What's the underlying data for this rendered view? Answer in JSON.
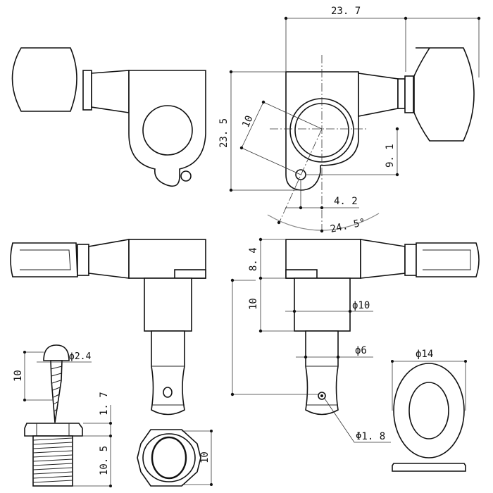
{
  "title": "Tuning machine dimension drawing",
  "dimensions": {
    "overall_width": "23. 7",
    "overall_height": "23. 5",
    "diag_radius": "10",
    "hole_offset_v": "9. 1",
    "hole_offset_h": "4. 2",
    "angle": "24. 5°",
    "body_depth": "8. 4",
    "shaft_length": "10",
    "shaft_dia": "ϕ10",
    "post_dia": "ϕ6",
    "string_hole_dia": "Φ1. 8",
    "screw_head_dia": "ϕ2.4",
    "screw_length": "10",
    "bushing_flange": "1. 7",
    "bushing_length": "10. 5",
    "nut_size": "10",
    "washer_dia": "ϕ14"
  }
}
